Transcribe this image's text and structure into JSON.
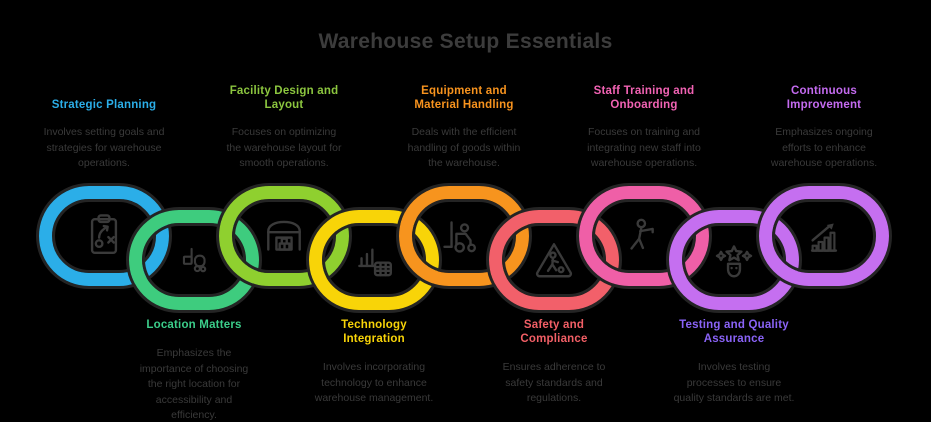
{
  "title": {
    "text": "Warehouse Setup Essentials",
    "color": "#3c3c3c"
  },
  "colors": {
    "background": "#000000",
    "body_text": "#3a3a3a",
    "outline": "#242424",
    "icon_stroke": "#3a3a3a"
  },
  "top_labels": [
    {
      "heading": "Strategic Planning",
      "color": "#2baee8",
      "description": "Involves setting goals and\nstrategies for warehouse\noperations."
    },
    {
      "heading": "Facility Design and\nLayout",
      "color": "#8cc63f",
      "description": "Focuses on optimizing\nthe warehouse layout for\nsmooth operations."
    },
    {
      "heading": "Equipment and\nMaterial Handling",
      "color": "#f7931e",
      "description": "Deals with the efficient\nhandling of goods within\nthe warehouse."
    },
    {
      "heading": "Staff Training and\nOnboarding",
      "color": "#f263b4",
      "description": "Focuses on training and\nintegrating new staff into\nwarehouse operations."
    },
    {
      "heading": "Continuous\nImprovement",
      "color": "#c46bf0",
      "description": "Emphasizes ongoing\nefforts to enhance\nwarehouse operations."
    }
  ],
  "bottom_labels": [
    {
      "heading": "Location Matters",
      "color": "#3bcd8a",
      "description": "Emphasizes the\nimportance of choosing\nthe right location for\naccessibility and\nefficiency."
    },
    {
      "heading": "Technology\nIntegration",
      "color": "#f8d408",
      "description": "Involves incorporating\ntechnology to enhance\nwarehouse management."
    },
    {
      "heading": "Safety and\nCompliance",
      "color": "#f25f66",
      "description": "Ensures adherence to\nsafety standards and\nregulations."
    },
    {
      "heading": "Testing and Quality\nAssurance",
      "color": "#8a63f7",
      "description": "Involves testing\nprocesses to ensure\nquality standards are met."
    }
  ],
  "chain_links": [
    {
      "icon": "strategy-clipboard",
      "color": "#2baee8"
    },
    {
      "icon": "hand-truck",
      "color": "#3ecc7e"
    },
    {
      "icon": "warehouse-building",
      "color": "#8fd02f"
    },
    {
      "icon": "technology-chart",
      "color": "#f8d408"
    },
    {
      "icon": "forklift",
      "color": "#f7941e"
    },
    {
      "icon": "safety-warning-sign",
      "color": "#f2606a"
    },
    {
      "icon": "person-training",
      "color": "#ef5fa7"
    },
    {
      "icon": "quality-badge",
      "color": "#c56ff0"
    },
    {
      "icon": "growth-chart",
      "color": "#c56ff0"
    }
  ]
}
